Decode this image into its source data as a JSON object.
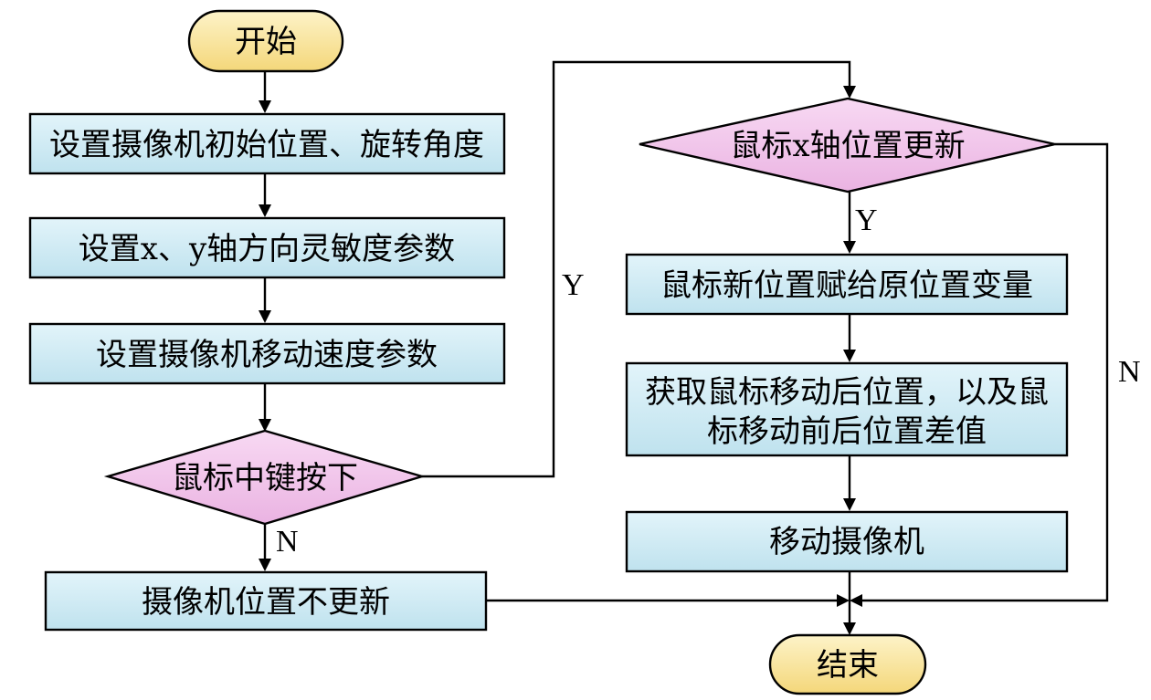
{
  "colors": {
    "process_fill": "#cde9f3",
    "process_stroke": "#000000",
    "decision_fill": "#f3c6ec",
    "terminal_fill": "#fbe7a6"
  },
  "nodes": {
    "start": "开始",
    "init_camera": "设置摄像机初始位置、旋转角度",
    "axis_sensitivity": "设置x、y轴方向灵敏度参数",
    "move_speed": "设置摄像机移动速度参数",
    "middle_pressed": "鼠标中键按下",
    "no_update": "摄像机位置不更新",
    "x_update": "鼠标x轴位置更新",
    "assign_pos": "鼠标新位置赋给原位置变量",
    "get_pos_line1": "获取鼠标移动后位置，以及鼠",
    "get_pos_line2": "标移动前后位置差值",
    "move_camera": "移动摄像机",
    "end": "结束"
  },
  "edge_labels": {
    "middle_yes": "Y",
    "middle_no": "N",
    "x_yes": "Y",
    "x_no": "N"
  }
}
